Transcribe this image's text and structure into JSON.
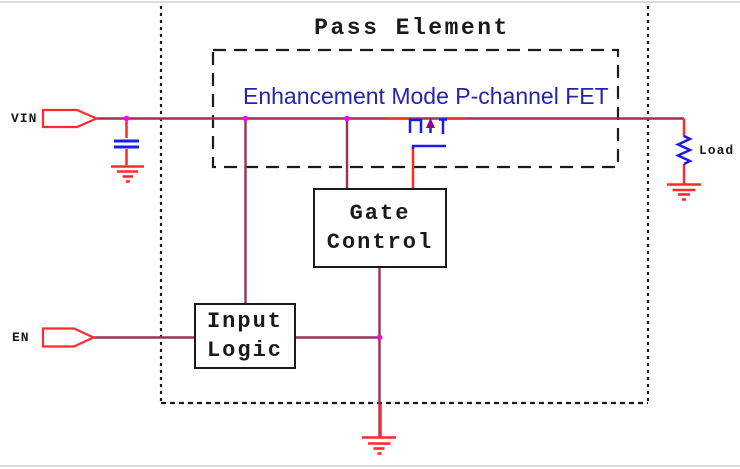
{
  "pass_element": {
    "title": "Pass Element",
    "fet_label": "Enhancement Mode P-channel FET"
  },
  "blocks": {
    "gate_control": {
      "line1": "Gate",
      "line2": "Control"
    },
    "input_logic": {
      "line1": "Input",
      "line2": "Logic"
    }
  },
  "ports": {
    "vin": "VIN",
    "en": "EN"
  },
  "load": {
    "label": "Load"
  },
  "colors": {
    "wire": "#993355",
    "red": "#FF2A2A",
    "blue": "#1B1BEF",
    "text-blue": "#2525AC",
    "junction": "#FF00FF",
    "arrow-head": "#8B008B",
    "ink": "#1A1A1A",
    "frame": "#DCDCDC"
  }
}
